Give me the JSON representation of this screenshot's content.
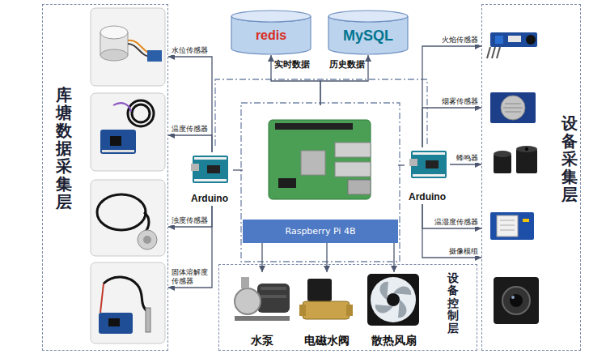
{
  "diagram": {
    "nodes": [
      {
        "text": [
          "库塘数据采集层"
        ]
      },
      {
        "text": [
          "redis"
        ]
      },
      {
        "text": [
          "MySQL"
        ]
      },
      {
        "text": [
          "设备采集层"
        ]
      },
      {
        "text": [
          "Arduino"
        ]
      },
      {
        "text": [
          "Raspberry Pi 4B"
        ]
      },
      {
        "text": [
          "Arduino"
        ]
      },
      {
        "text": [
          "设备控制层"
        ]
      },
      {
        "text": [
          "水泵"
        ],
        "in": 7
      },
      {
        "text": [
          "电磁水阀"
        ],
        "in": 7
      },
      {
        "text": [
          "散热风扇"
        ],
        "in": 7
      }
    ],
    "edges": [
      {
        "from": 4,
        "to": 0,
        "label": "水位传感器",
        "arrow": "to"
      },
      {
        "from": 4,
        "to": 0,
        "label": "温度传感器",
        "arrow": "to"
      },
      {
        "from": 4,
        "to": 0,
        "label": "浊度传感器",
        "arrow": "to"
      },
      {
        "from": 4,
        "to": 0,
        "label": "固体溶解度传感器",
        "arrow": "to"
      },
      {
        "from": 5,
        "to": 1,
        "label": "实时数据",
        "arrow": "to"
      },
      {
        "from": 5,
        "to": 2,
        "label": "历史数据",
        "arrow": "to"
      },
      {
        "from": 6,
        "to": 3,
        "label": "火焰传感器",
        "arrow": "to"
      },
      {
        "from": 6,
        "to": 3,
        "label": "烟雾传感器",
        "arrow": "to"
      },
      {
        "from": 6,
        "to": 3,
        "label": "蜂鸣器",
        "arrow": "to"
      },
      {
        "from": 6,
        "to": 3,
        "label": "温湿度传感器",
        "arrow": "to"
      },
      {
        "from": 6,
        "to": 3,
        "label": "摄像模组",
        "arrow": "to"
      },
      {
        "from": 5,
        "to": 8,
        "arrow": "to"
      },
      {
        "from": 5,
        "to": 9,
        "arrow": "to"
      },
      {
        "from": 5,
        "to": 10,
        "arrow": "to"
      },
      {
        "from": 4,
        "to": 5,
        "arrow": "none"
      },
      {
        "from": 6,
        "to": 5,
        "arrow": "none"
      }
    ]
  }
}
